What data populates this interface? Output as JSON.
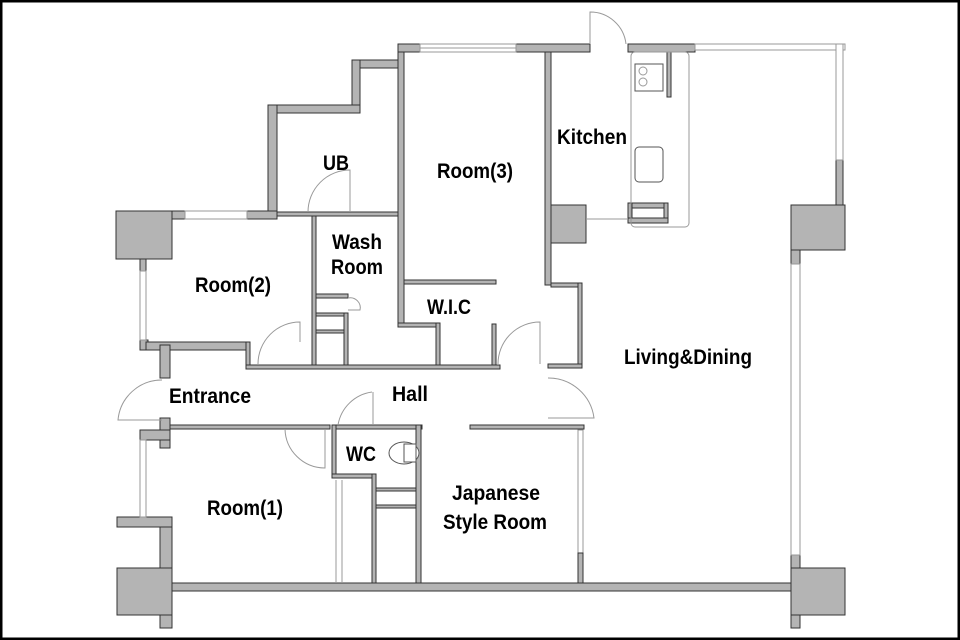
{
  "plan": {
    "rooms": {
      "ub": "UB",
      "room3": "Room(3)",
      "kitchen": "Kitchen",
      "wash_line1": "Wash",
      "wash_line2": "Room",
      "room2": "Room(2)",
      "wic": "W.I.C",
      "living": "Living&Dining",
      "entrance": "Entrance",
      "hall": "Hall",
      "wc": "WC",
      "room1": "Room(1)",
      "japanese_line1": "Japanese",
      "japanese_line2": "Style Room"
    },
    "colors": {
      "wall": "#b4b4b4",
      "outline": "#333333",
      "frame": "#000000"
    }
  }
}
